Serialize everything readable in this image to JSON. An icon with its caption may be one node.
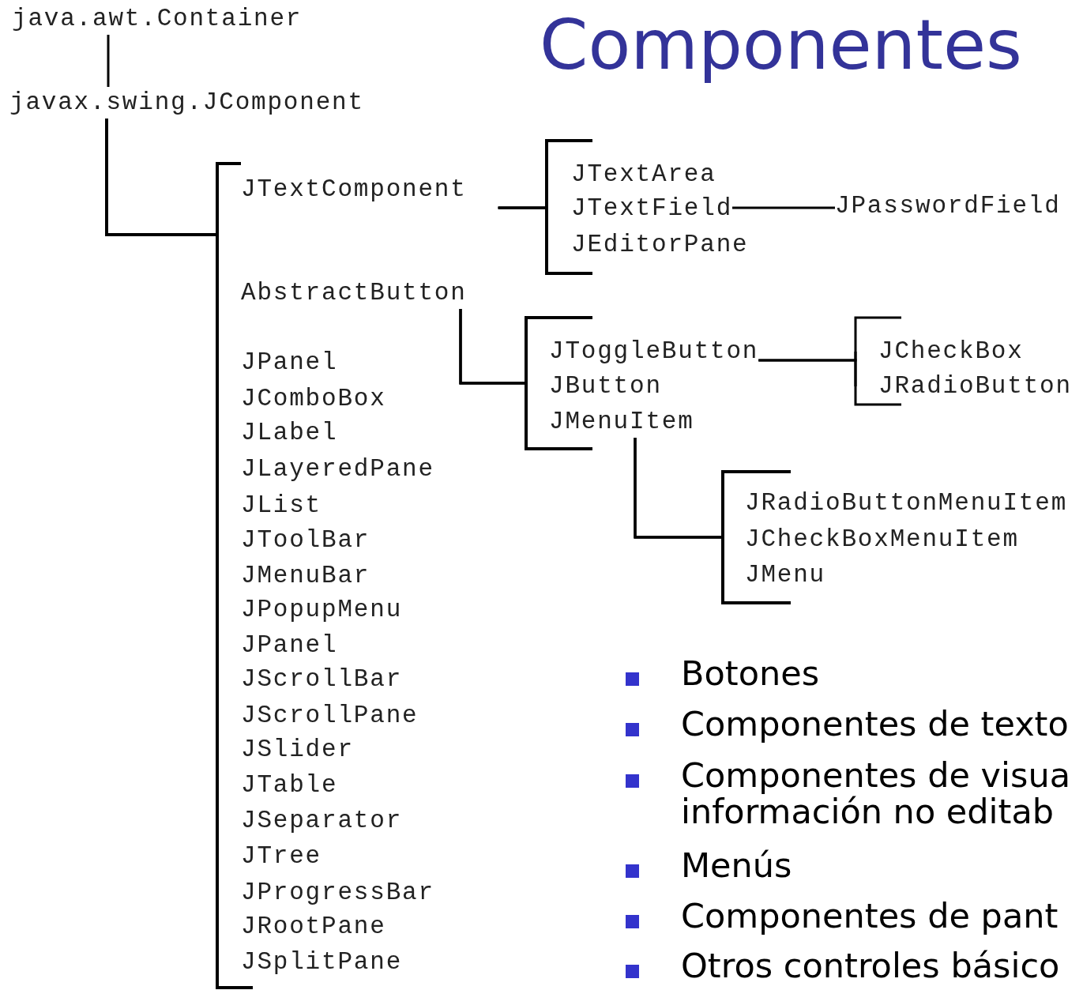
{
  "diagram": {
    "title": "Componentes",
    "nodes": [
      {
        "text": [
          "java.awt.Container"
        ]
      },
      {
        "text": [
          "javax.swing.JComponent"
        ]
      },
      {
        "text": [
          "JTextComponent"
        ]
      },
      {
        "text": [
          "AbstractButton"
        ]
      },
      {
        "text": [
          "JPanel"
        ]
      },
      {
        "text": [
          "JComboBox"
        ]
      },
      {
        "text": [
          "JLabel"
        ]
      },
      {
        "text": [
          "JLayeredPane"
        ]
      },
      {
        "text": [
          "JList"
        ]
      },
      {
        "text": [
          "JToolBar"
        ]
      },
      {
        "text": [
          "JMenuBar"
        ]
      },
      {
        "text": [
          "JPopupMenu"
        ]
      },
      {
        "text": [
          "JPanel"
        ]
      },
      {
        "text": [
          "JScrollBar"
        ]
      },
      {
        "text": [
          "JScrollPane"
        ]
      },
      {
        "text": [
          "JSlider"
        ]
      },
      {
        "text": [
          "JTable"
        ]
      },
      {
        "text": [
          "JSeparator"
        ]
      },
      {
        "text": [
          "JTree"
        ]
      },
      {
        "text": [
          "JProgressBar"
        ]
      },
      {
        "text": [
          "JRootPane"
        ]
      },
      {
        "text": [
          "JSplitPane"
        ]
      },
      {
        "text": [
          "JTextArea"
        ]
      },
      {
        "text": [
          "JTextField"
        ]
      },
      {
        "text": [
          "JEditorPane"
        ]
      },
      {
        "text": [
          "JPasswordField"
        ]
      },
      {
        "text": [
          "JToggleButton"
        ]
      },
      {
        "text": [
          "JButton"
        ]
      },
      {
        "text": [
          "JMenuItem"
        ]
      },
      {
        "text": [
          "JCheckBox"
        ]
      },
      {
        "text": [
          "JRadioButton"
        ]
      },
      {
        "text": [
          "JRadioButtonMenuItem"
        ]
      },
      {
        "text": [
          "JCheckBoxMenuItem"
        ]
      },
      {
        "text": [
          "JMenu"
        ]
      }
    ],
    "edges": [
      {
        "from": 0,
        "to": 1,
        "arrow": "none"
      },
      {
        "from": 1,
        "to": 2,
        "arrow": "none"
      },
      {
        "from": 1,
        "to": 3,
        "arrow": "none"
      },
      {
        "from": 1,
        "to": 4,
        "arrow": "none"
      },
      {
        "from": 1,
        "to": 5,
        "arrow": "none"
      },
      {
        "from": 1,
        "to": 6,
        "arrow": "none"
      },
      {
        "from": 1,
        "to": 7,
        "arrow": "none"
      },
      {
        "from": 1,
        "to": 8,
        "arrow": "none"
      },
      {
        "from": 1,
        "to": 9,
        "arrow": "none"
      },
      {
        "from": 1,
        "to": 10,
        "arrow": "none"
      },
      {
        "from": 1,
        "to": 11,
        "arrow": "none"
      },
      {
        "from": 1,
        "to": 12,
        "arrow": "none"
      },
      {
        "from": 1,
        "to": 13,
        "arrow": "none"
      },
      {
        "from": 1,
        "to": 14,
        "arrow": "none"
      },
      {
        "from": 1,
        "to": 15,
        "arrow": "none"
      },
      {
        "from": 1,
        "to": 16,
        "arrow": "none"
      },
      {
        "from": 1,
        "to": 17,
        "arrow": "none"
      },
      {
        "from": 1,
        "to": 18,
        "arrow": "none"
      },
      {
        "from": 1,
        "to": 19,
        "arrow": "none"
      },
      {
        "from": 1,
        "to": 20,
        "arrow": "none"
      },
      {
        "from": 1,
        "to": 21,
        "arrow": "none"
      },
      {
        "from": 2,
        "to": 22,
        "arrow": "none"
      },
      {
        "from": 2,
        "to": 23,
        "arrow": "none"
      },
      {
        "from": 2,
        "to": 24,
        "arrow": "none"
      },
      {
        "from": 23,
        "to": 25,
        "arrow": "none"
      },
      {
        "from": 3,
        "to": 26,
        "arrow": "none"
      },
      {
        "from": 3,
        "to": 27,
        "arrow": "none"
      },
      {
        "from": 3,
        "to": 28,
        "arrow": "none"
      },
      {
        "from": 26,
        "to": 29,
        "arrow": "none"
      },
      {
        "from": 26,
        "to": 30,
        "arrow": "none"
      },
      {
        "from": 28,
        "to": 31,
        "arrow": "none"
      },
      {
        "from": 28,
        "to": 32,
        "arrow": "none"
      },
      {
        "from": 28,
        "to": 33,
        "arrow": "none"
      }
    ],
    "labels": [
      "Botones",
      "Componentes de texto",
      "Componentes de visua información no editab",
      "Menús",
      "Componentes de pant",
      "Otros controles básico"
    ]
  }
}
